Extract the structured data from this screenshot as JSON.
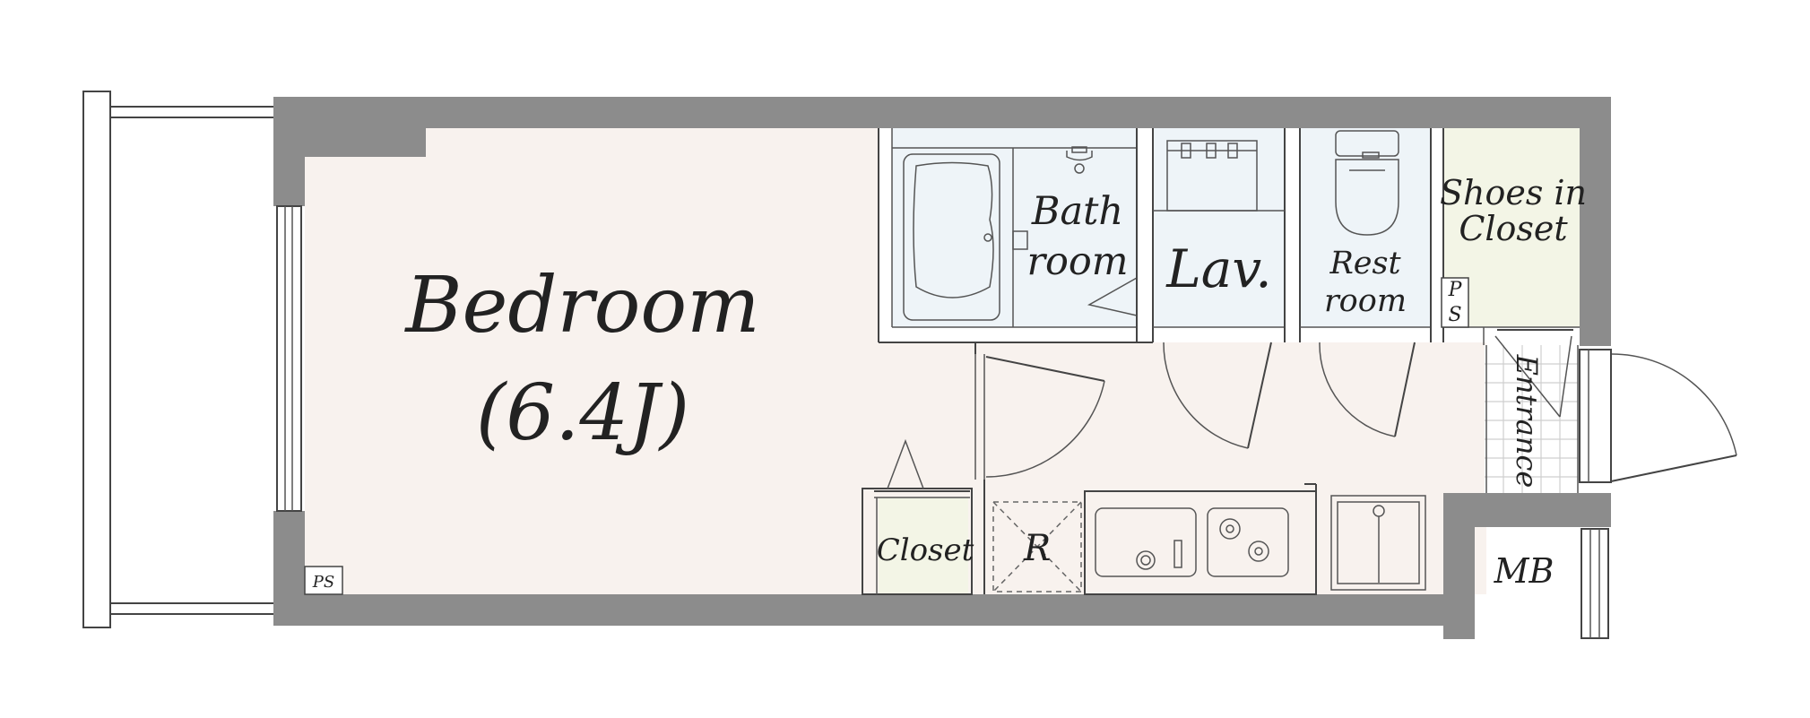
{
  "colors": {
    "wall": "#8c8c8c",
    "bedroom_floor": "#f8f2ee",
    "wet_area_floor": "#eef4f8",
    "closet_floor": "#f3f5e6",
    "kitchen_floor": "#f8f2ee"
  },
  "rooms": {
    "bedroom": {
      "name": "Bedroom",
      "size": "(6.4J)"
    },
    "bathroom": {
      "line1": "Bath",
      "line2": "room"
    },
    "lavatory": {
      "name": "Lav."
    },
    "restroom": {
      "line1": "Rest",
      "line2": "room"
    },
    "shoes_closet": {
      "line1": "Shoes in",
      "line2": "Closet"
    },
    "closet": {
      "name": "Closet"
    },
    "refrigerator": {
      "label": "R"
    },
    "entrance": {
      "name": "Entrance"
    },
    "meter_box": {
      "name": "MB"
    }
  },
  "pipe_spaces": {
    "bedroom_ps": "PS",
    "hall_ps_line1": "P",
    "hall_ps_line2": "S"
  },
  "icons": [
    "bathtub-icon",
    "faucet-icon",
    "washing-machine-icon",
    "toilet-icon",
    "sink-icon",
    "stove-icon",
    "refrigerator-space-icon",
    "door-swing-icon"
  ]
}
